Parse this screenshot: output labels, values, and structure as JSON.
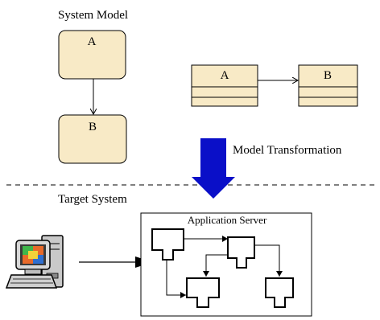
{
  "system_model": {
    "title": "System Model",
    "state_a": "A",
    "state_b": "B"
  },
  "class_model": {
    "class_a": "A",
    "class_b": "B"
  },
  "transformation": {
    "label": "Model Transformation",
    "arrow_color": "#0a0fc8"
  },
  "target_system": {
    "title": "Target System",
    "server_label": "Application Server"
  },
  "colors": {
    "state_fill": "#f8eac6",
    "class_fill": "#f8eac6"
  }
}
